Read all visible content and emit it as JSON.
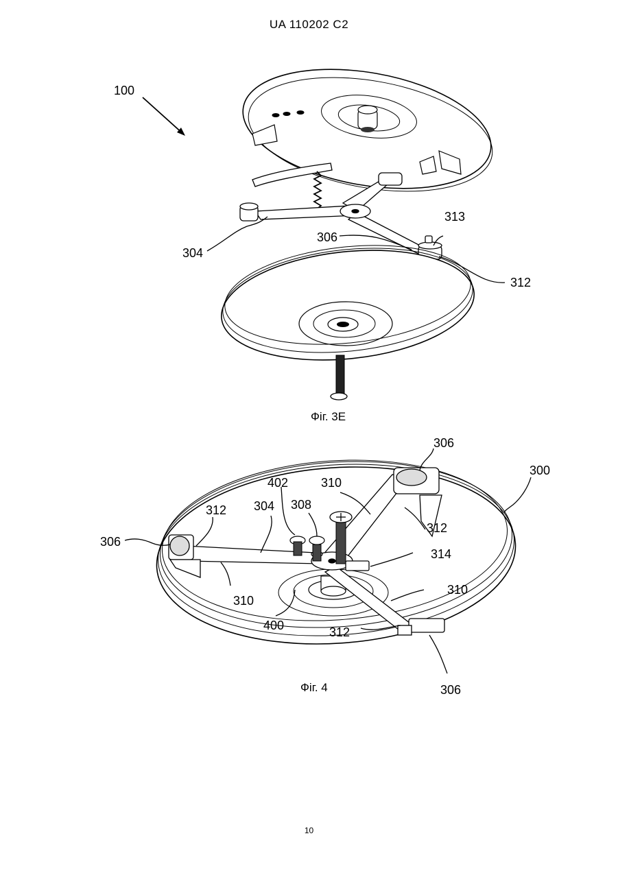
{
  "header": {
    "doc_number": "UA   110202   C2"
  },
  "figure_3e": {
    "caption": "Фіг. 3E",
    "labels": {
      "assembly": "100",
      "l304": "304",
      "l306": "306",
      "l313": "313",
      "l312": "312"
    }
  },
  "figure_4": {
    "caption": "Фіг. 4",
    "labels": {
      "l306_top": "306",
      "l300": "300",
      "l402": "402",
      "l310_top": "310",
      "l312_left": "312",
      "l304": "304",
      "l308": "308",
      "l306_left": "306",
      "l312_right": "312",
      "l314": "314",
      "l310_right": "310",
      "l310_left": "310",
      "l400": "400",
      "l312_bottom": "312",
      "l306_bottom": "306"
    }
  },
  "footer": {
    "page_number": "10"
  }
}
